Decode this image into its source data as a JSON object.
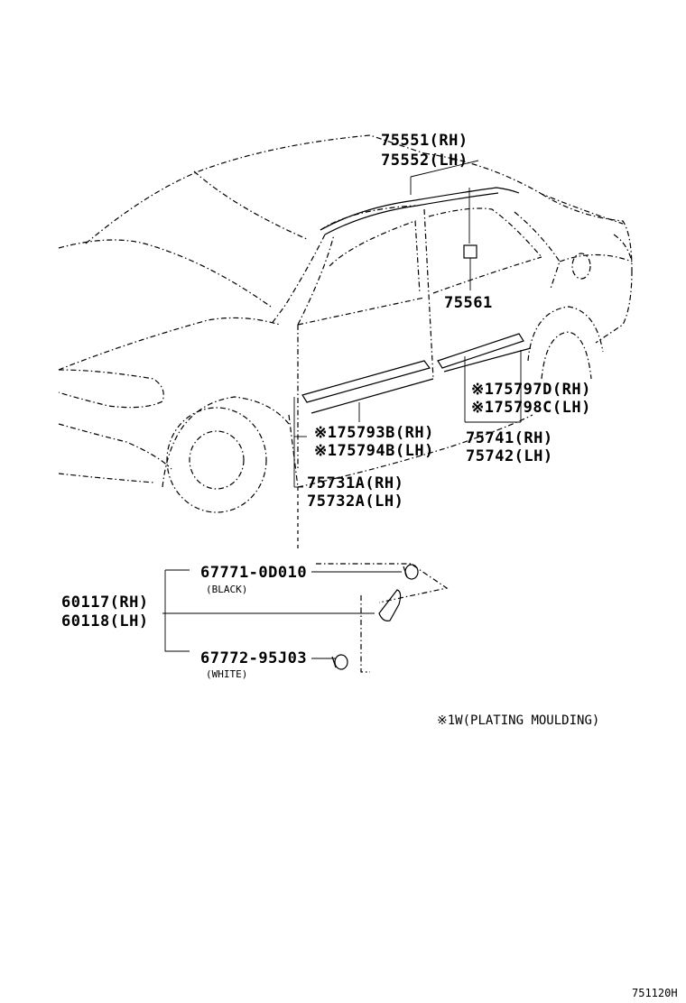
{
  "parts": {
    "roof_rh": "75551(RH)",
    "roof_lh": "75552(LH)",
    "clip_75561": "75561",
    "rear_door_plating_rh": "※175797D(RH)",
    "rear_door_plating_lh": "※175798C(LH)",
    "rear_door_moulding_rh": "75741(RH)",
    "rear_door_moulding_lh": "75742(LH)",
    "front_door_plating_rh": "※175793B(RH)",
    "front_door_plating_lh": "※175794B(LH)",
    "front_door_moulding_rh": "75731A(RH)",
    "front_door_moulding_lh": "75732A(LH)",
    "clip_black_part": "67771-0D010",
    "clip_black_color": "(BLACK)",
    "clip_white_part": "67772-95J03",
    "clip_white_color": "(WHITE)",
    "mud_guard_rh": "60117(RH)",
    "mud_guard_lh": "60118(LH)"
  },
  "footnote": "※1W(PLATING MOULDING)",
  "diagram_id": "751120H"
}
